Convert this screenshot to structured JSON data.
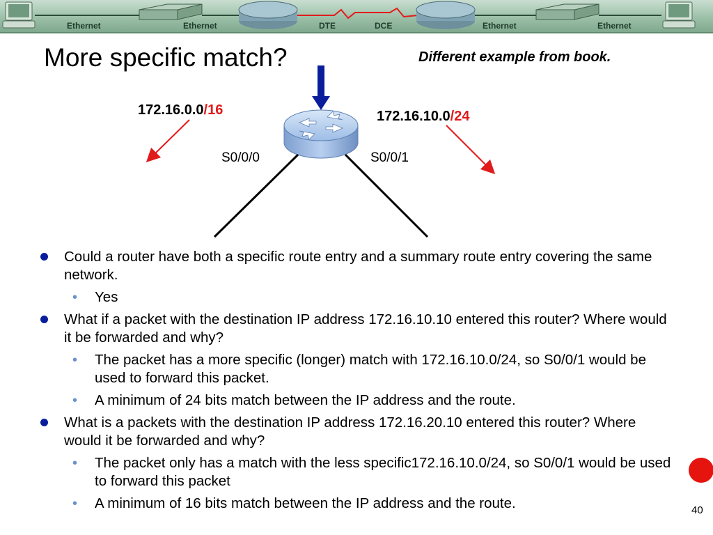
{
  "banner": {
    "labels": [
      "Ethernet",
      "Ethernet",
      "DTE",
      "DCE",
      "Ethernet",
      "Ethernet"
    ],
    "colors": {
      "bg": "#9cc0a8",
      "serial_link": "#e11b1b"
    }
  },
  "slide": {
    "title": "More specific match?",
    "note": "Different example from book.",
    "page_number": "40"
  },
  "diagram": {
    "left_network": {
      "address": "172.16.0.0",
      "prefix": "/16"
    },
    "right_network": {
      "address": "172.16.10.0",
      "prefix": "/24"
    },
    "left_interface": "S0/0/0",
    "right_interface": "S0/0/1",
    "colors": {
      "arrow_incoming": "#0a1e9c",
      "arrow_red": "#e11b1b",
      "router": "#8fb3e3"
    }
  },
  "bullets": [
    {
      "text": "Could a router have both a specific route entry and a summary route entry covering the same network.",
      "subs": [
        "Yes"
      ]
    },
    {
      "text": "What if a packet with the destination IP address 172.16.10.10 entered this router? Where would it be forwarded and why?",
      "subs": [
        "The packet has a more specific (longer) match with 172.16.10.0/24, so S0/0/1 would be used to forward this packet.",
        "A minimum of 24 bits match between the IP address and the route."
      ]
    },
    {
      "text": "What is a packets with the destination IP address 172.16.20.10 entered this router? Where would it be forwarded and why?",
      "subs": [
        "The packet only has a match with the less specific172.16.10.0/24, so S0/0/1 would be used to forward this packet",
        "A minimum of 16 bits match between the IP address and the route."
      ]
    }
  ]
}
